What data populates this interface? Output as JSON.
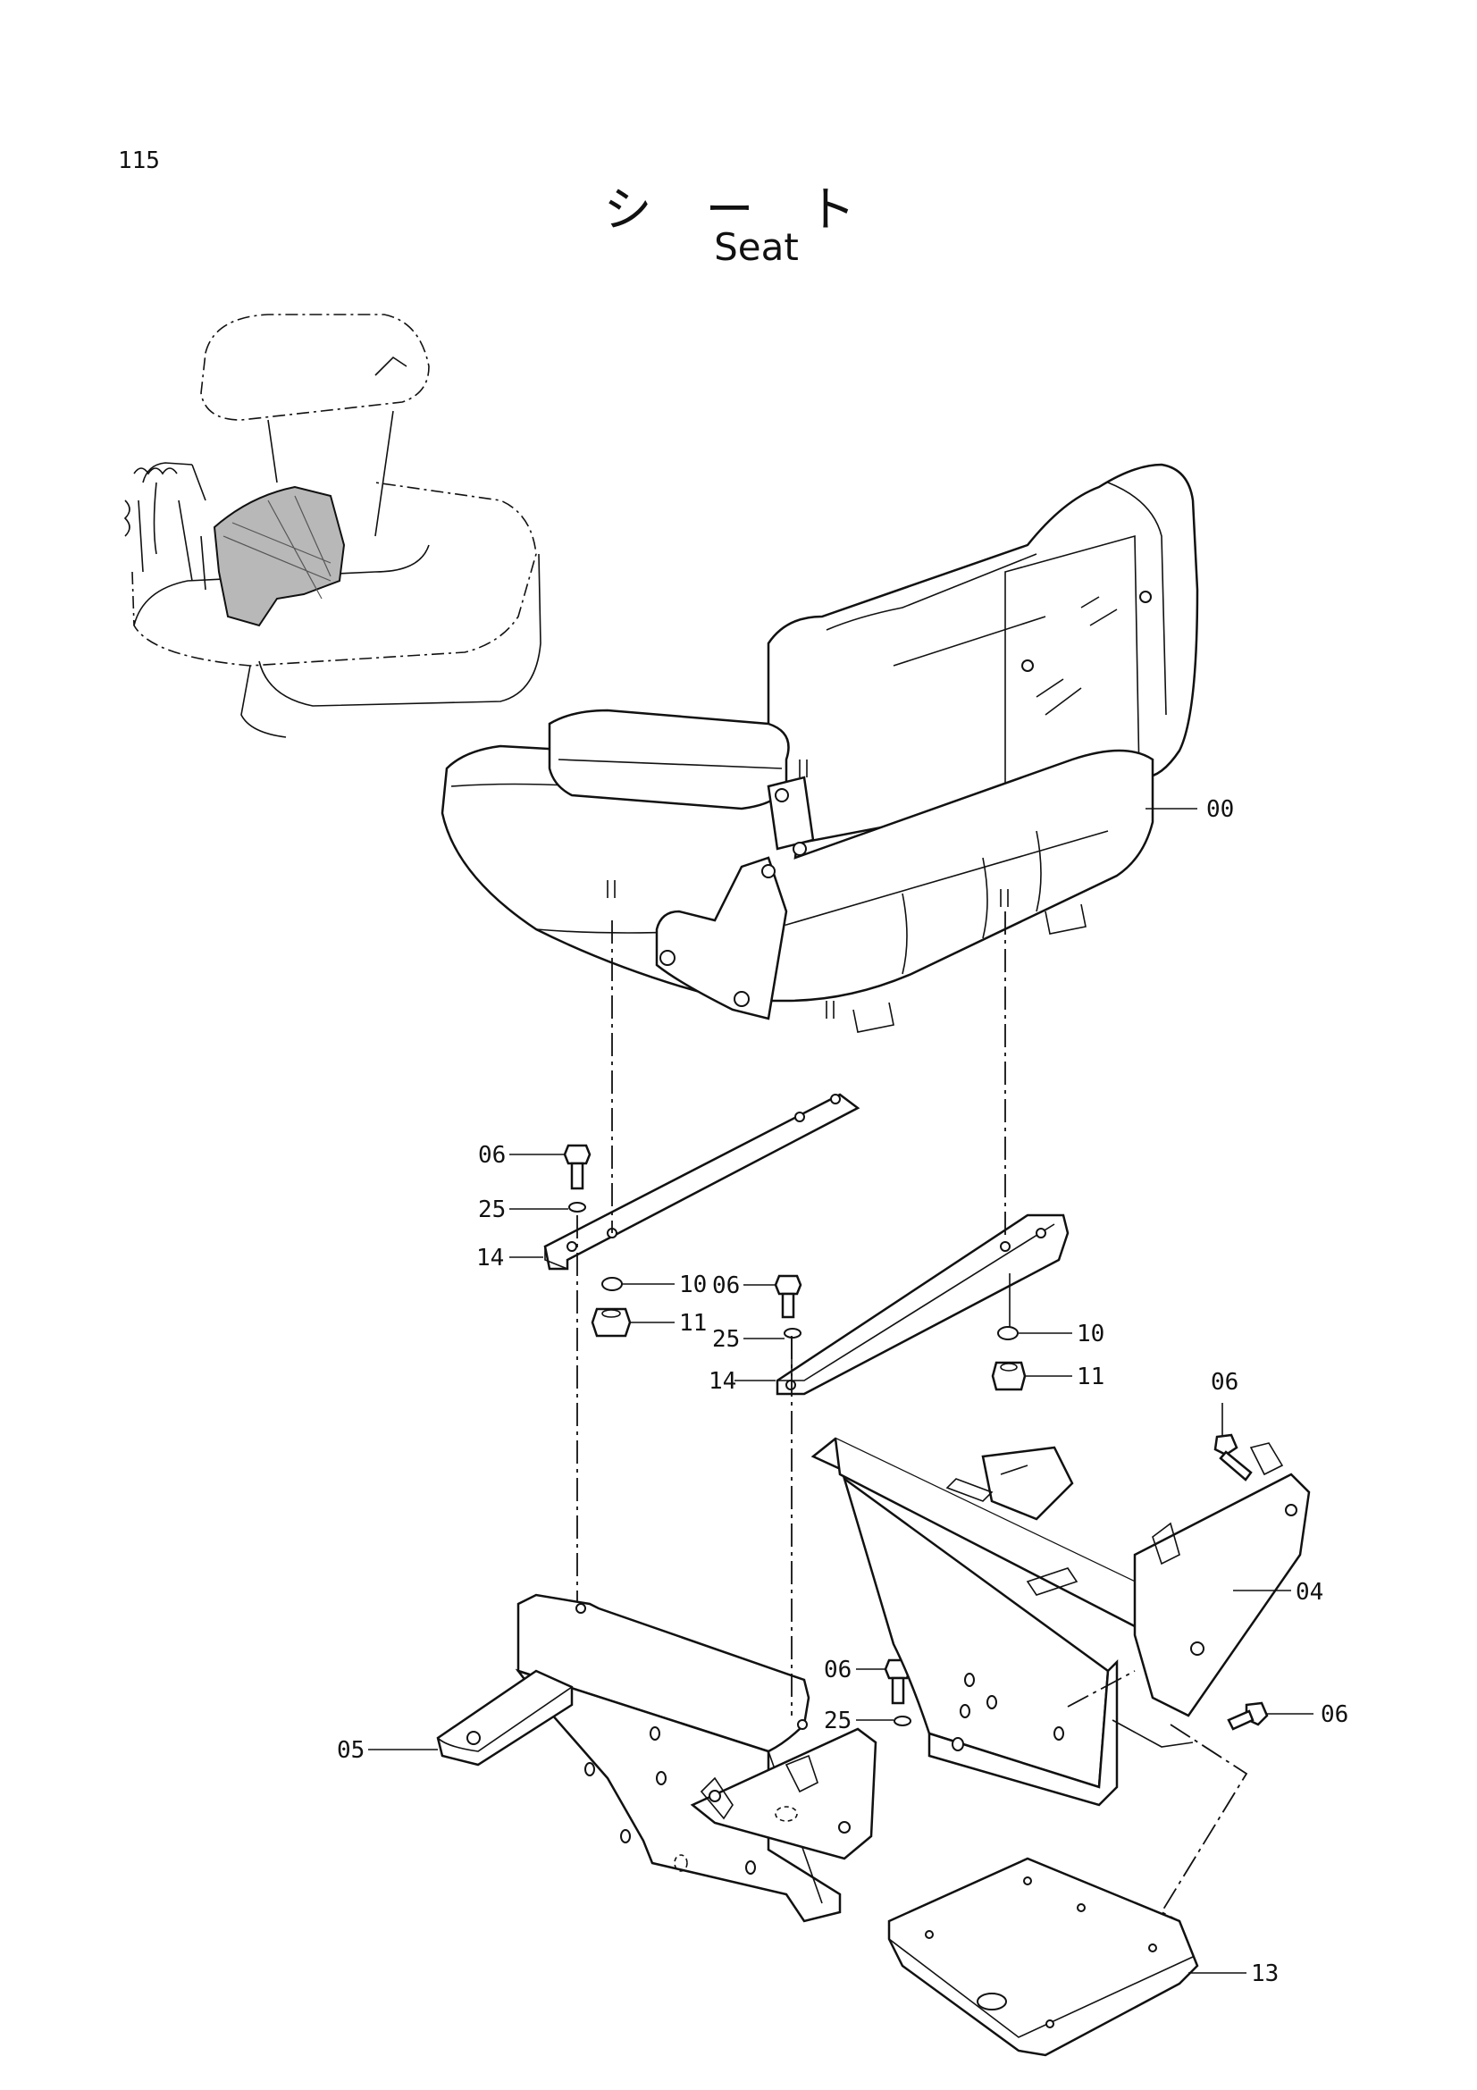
{
  "page_number": "115",
  "title_jp": "シート",
  "title_en": "Seat",
  "part_labels": {
    "p00": "00",
    "p04": "04",
    "p05": "05",
    "p06a": "06",
    "p06b": "06",
    "p06c": "06",
    "p06d": "06",
    "p06e": "06",
    "p10a": "10",
    "p10b": "10",
    "p11a": "11",
    "p11b": "11",
    "p13": "13",
    "p14a": "14",
    "p14b": "14",
    "p25a": "25",
    "p25b": "25",
    "p25c": "25"
  }
}
